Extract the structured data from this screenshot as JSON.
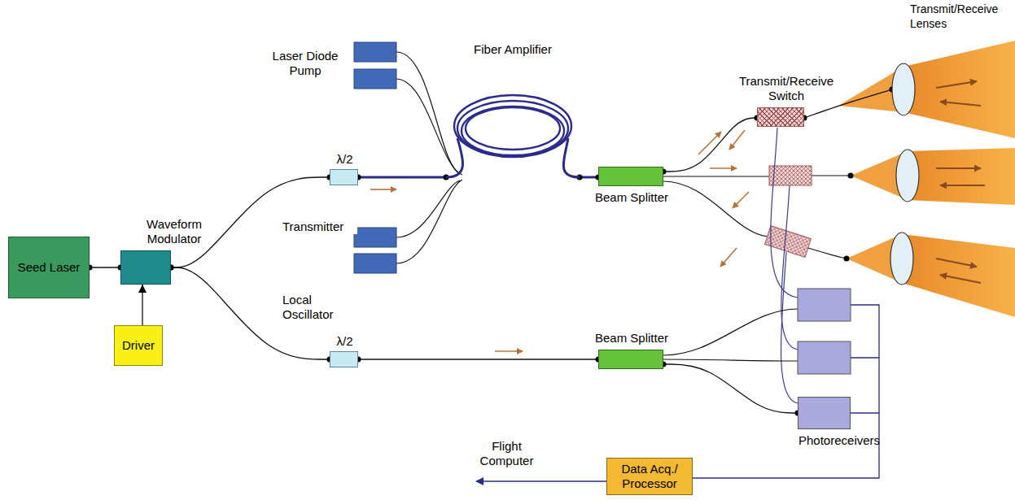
{
  "diagram": {
    "nodes": [
      {
        "text": [
          "Seed Laser"
        ]
      },
      {
        "text": [
          "Waveform Modulator"
        ]
      },
      {
        "text": [
          "Driver"
        ]
      },
      {
        "text": [
          "λ/2"
        ]
      },
      {
        "text": [
          "λ/2"
        ]
      },
      {
        "text": [
          "Fiber Amplifier"
        ]
      },
      {
        "text": [
          "Beam Splitter"
        ]
      },
      {
        "text": [
          "Beam Splitter"
        ]
      },
      {
        "text": [
          "Transmit/Receive Switch"
        ]
      },
      {
        "text": [
          "Transmit/Receive Lenses"
        ]
      },
      {
        "text": [
          "Photoreceivers"
        ]
      },
      {
        "text": [
          "Data Acq./ Processor"
        ]
      }
    ],
    "edges": [
      {
        "from": 0,
        "to": 1,
        "arrow": "none"
      },
      {
        "from": 2,
        "to": 1,
        "arrow": "to"
      },
      {
        "from": 1,
        "to": 3,
        "label": "Transmitter",
        "arrow": "none"
      },
      {
        "from": 1,
        "to": 4,
        "label": "Local Oscillator",
        "arrow": "none"
      },
      {
        "from": 3,
        "to": 5,
        "arrow": "none"
      },
      {
        "from": 5,
        "to": 6,
        "arrow": "none"
      },
      {
        "from": 4,
        "to": 7,
        "arrow": "none"
      },
      {
        "from": 6,
        "to": 8,
        "arrow": "none"
      },
      {
        "from": 8,
        "to": 9,
        "arrow": "none"
      },
      {
        "from": 7,
        "to": 10,
        "arrow": "none"
      },
      {
        "from": 10,
        "to": 11,
        "arrow": "none"
      }
    ],
    "labels": [
      "Laser Diode Pump",
      "Flight Computer"
    ]
  }
}
